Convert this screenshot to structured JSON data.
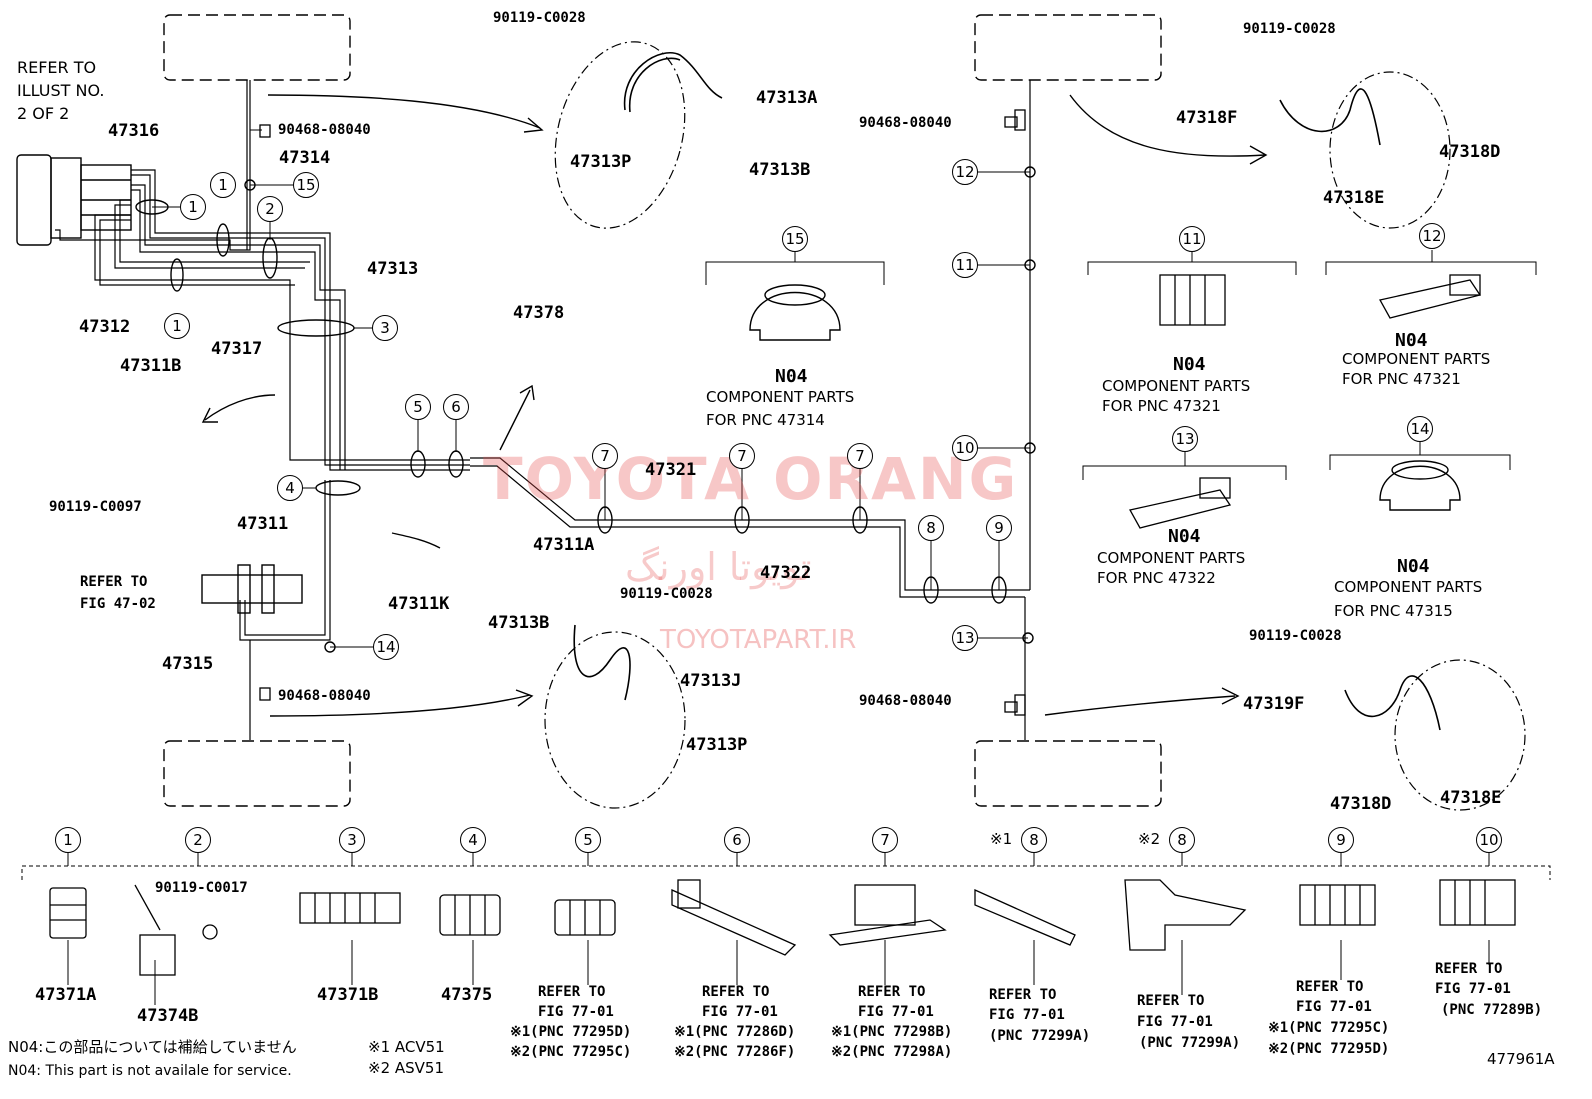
{
  "labels": {
    "refer_illust": [
      "REFER TO",
      "ILLUST NO.",
      "2 OF 2"
    ],
    "p47316": "47316",
    "p47314": "47314",
    "p90468_top": "90468-08040",
    "p47313": "47313",
    "p47312": "47312",
    "p47317": "47317",
    "p47311b": "47311B",
    "p90119_c0097": "90119-C0097",
    "p47311": "47311",
    "refer_fig_47_02": [
      "REFER TO",
      "FIG 47-02"
    ],
    "p47311k": "47311K",
    "p47315": "47315",
    "p90468_bl": "90468-08040",
    "p90119_c0028_top": "90119-C0028",
    "p47313a": "47313A",
    "p47313p_top": "47313P",
    "p47313b_top": "47313B",
    "p47378": "47378",
    "p47321": "47321",
    "p47311a": "47311A",
    "p47322": "47322",
    "p90119_c0028_mid": "90119-C0028",
    "p47313b_mid": "47313B",
    "p47313j": "47313J",
    "p47313p_bot": "47313P",
    "p90468_right_top": "90468-08040",
    "p90468_right_bot": "90468-08040",
    "p90119_c0028_tr": "90119-C0028",
    "p47318f": "47318F",
    "p47318d_top": "47318D",
    "p47318e_top": "47318E",
    "p90119_c0028_br": "90119-C0028",
    "p47319f": "47319F",
    "p47318d_bot": "47318D",
    "p47318e_bot": "47318E"
  },
  "callouts": [
    "1",
    "1",
    "1",
    "2",
    "3",
    "4",
    "5",
    "6",
    "7",
    "7",
    "7",
    "8",
    "9",
    "10",
    "11",
    "12",
    "13",
    "14",
    "15",
    "10",
    "11",
    "12",
    "13"
  ],
  "component_notes": {
    "n04": "N04",
    "cp": "COMPONENT PARTS",
    "pnc_47314": "FOR PNC 47314",
    "pnc_47321a": "FOR PNC 47321",
    "pnc_47321b": "FOR PNC 47321",
    "pnc_47322": "FOR PNC 47322",
    "pnc_47315": "FOR PNC 47315"
  },
  "bottom_row": [
    {
      "num": "1",
      "part": "47371A"
    },
    {
      "num": "2",
      "part": "47374B",
      "extra": "90119-C0017"
    },
    {
      "num": "3",
      "part": "47371B"
    },
    {
      "num": "4",
      "part": "47375"
    },
    {
      "num": "5",
      "ref": [
        "REFER TO",
        "FIG 77-01",
        "※1(PNC 77295D)",
        "※2(PNC 77295C)"
      ]
    },
    {
      "num": "6",
      "ref": [
        "REFER TO",
        "FIG 77-01",
        "※1(PNC 77286D)",
        "※2(PNC 77286F)"
      ]
    },
    {
      "num": "7",
      "ref": [
        "REFER TO",
        "FIG 77-01",
        "※1(PNC 77298B)",
        "※2(PNC 77298A)"
      ]
    },
    {
      "num": "8",
      "prefix": "※1",
      "ref": [
        "REFER TO",
        "FIG 77-01",
        "(PNC 77299A)"
      ]
    },
    {
      "num": "8",
      "prefix": "※2",
      "ref": [
        "REFER TO",
        "FIG 77-01",
        "(PNC 77299A)"
      ]
    },
    {
      "num": "9",
      "ref": [
        "REFER TO",
        "FIG 77-01",
        "※1(PNC 77295C)",
        "※2(PNC 77295D)"
      ]
    },
    {
      "num": "10",
      "ref": [
        "REFER TO",
        "FIG 77-01",
        "(PNC 77289B)"
      ]
    }
  ],
  "footer": {
    "jp": "N04:この部品については補給していません",
    "en": "N04: This part is not availale for service.",
    "k1": "※1 ACV51",
    "k2": "※2 ASV51",
    "code": "477961A"
  },
  "watermark": {
    "main": "TOYOTA ORANG",
    "fa": "تویوتا اورنگ",
    "url": "TOYOTAPART.IR"
  }
}
